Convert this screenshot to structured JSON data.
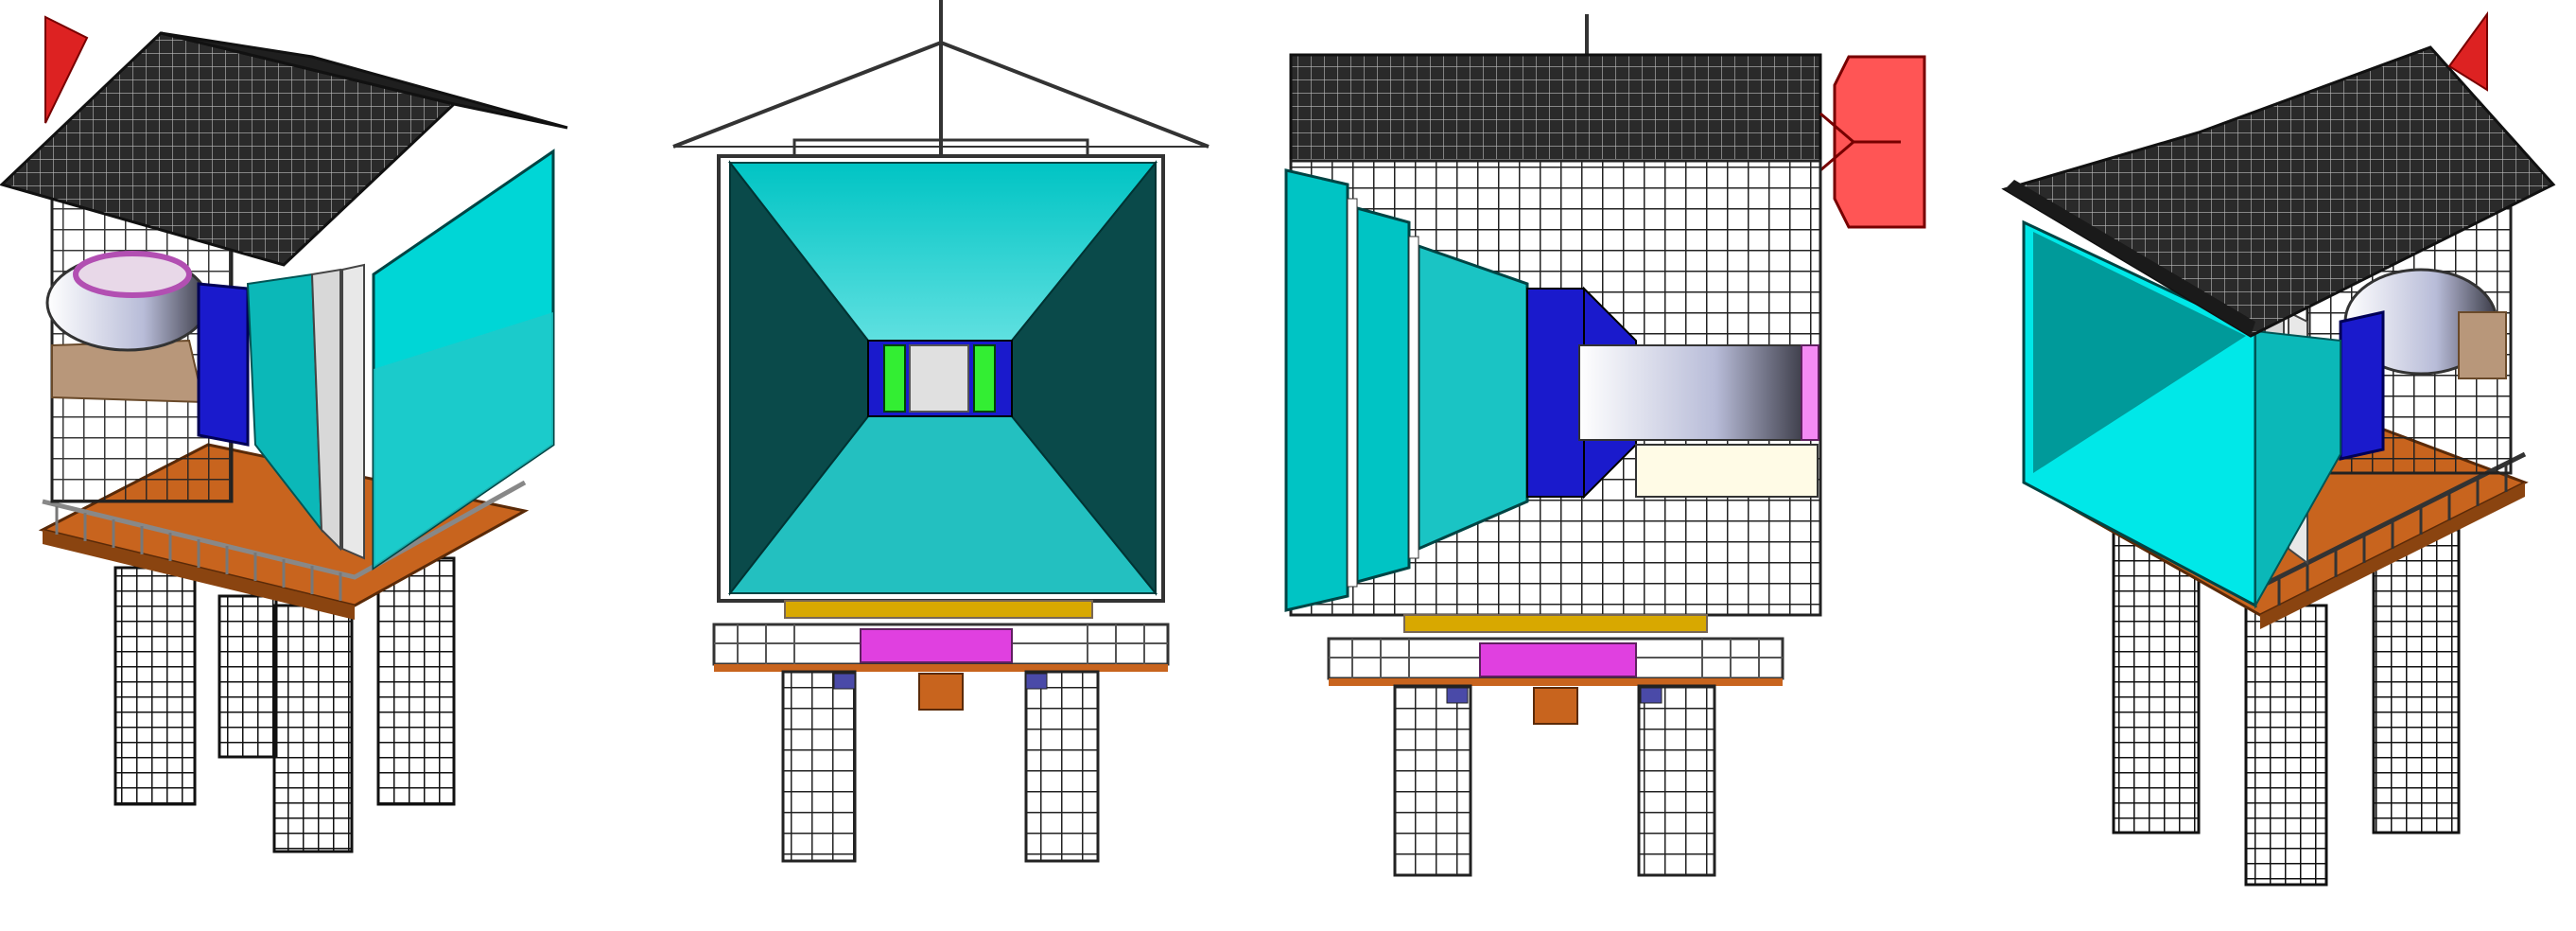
{
  "views": [
    {
      "id": "iso-left"
    },
    {
      "id": "front"
    },
    {
      "id": "side"
    },
    {
      "id": "iso-right"
    }
  ],
  "colors": {
    "cyan": "#00d6d6",
    "teal": "#0b6f6f",
    "dark_teal": "#0a4a4a",
    "blue": "#1a1acc",
    "orange": "#c8641e",
    "roof": "#2a2a2a",
    "magenta": "#e040e0",
    "green": "#33ee33",
    "red": "#ff5555",
    "gold": "#d8a800",
    "cream": "#fffbe6"
  }
}
